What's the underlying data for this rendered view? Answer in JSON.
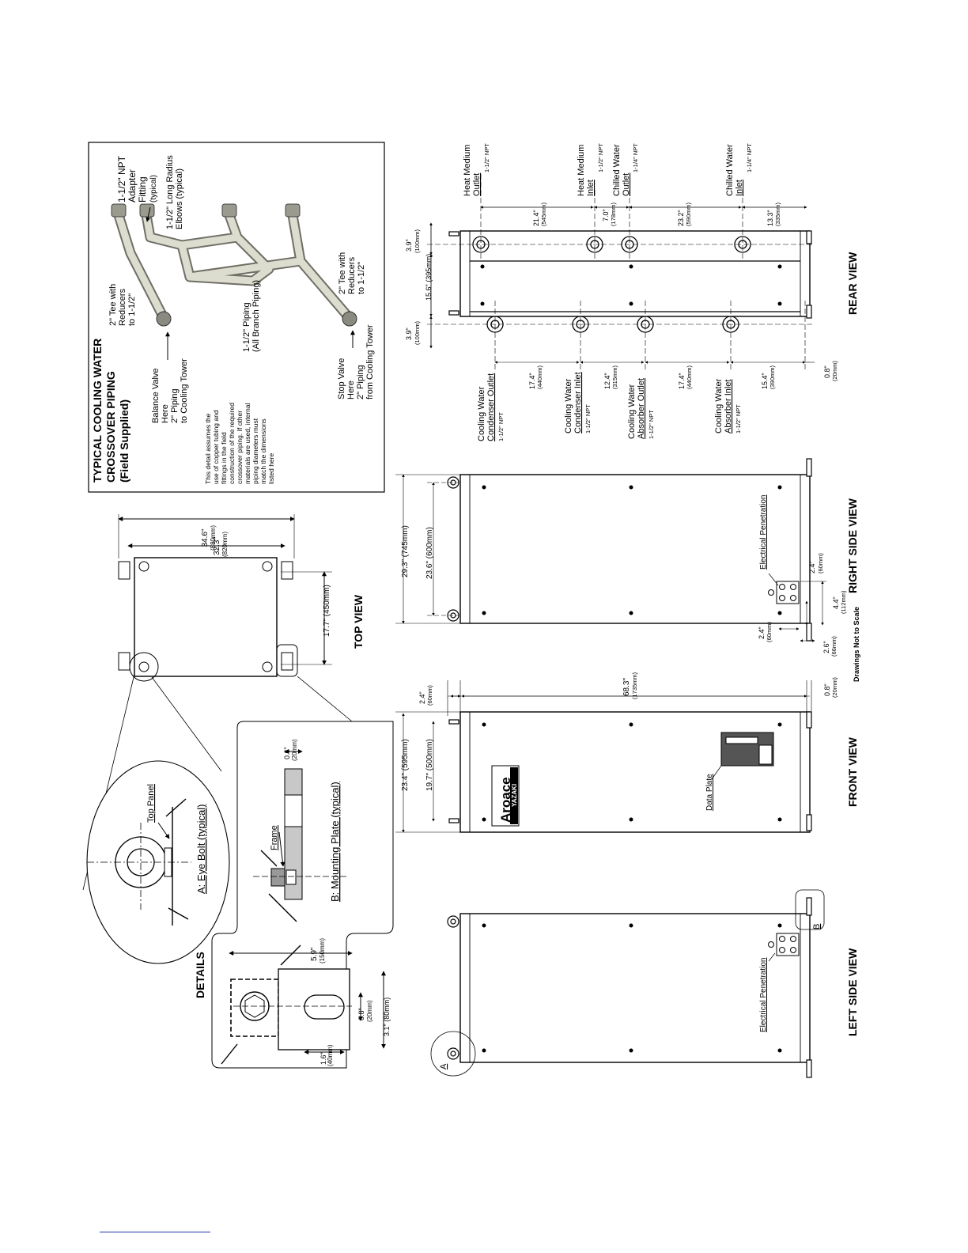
{
  "views": {
    "top": "TOP VIEW",
    "front": "FRONT VIEW",
    "rear": "REAR VIEW",
    "left_side": "LEFT SIDE VIEW",
    "right_side": "RIGHT SIDE VIEW",
    "details": "DETAILS"
  },
  "not_to_scale": "Drawings Not to Scale",
  "piping": {
    "title": [
      "TYPICAL COOLING WATER",
      "CROSSOVER PIPING",
      "(Field Supplied)"
    ],
    "note": [
      "This detail assumes the",
      "use of copper tubing and",
      "fittings in the field",
      "construction of the required",
      "crossover piping. If other",
      "materials are used, internal",
      "piping diameters must",
      "match the dimensions",
      "listed here"
    ],
    "npt_fitting": [
      "1-1/2\" NPT",
      "Adapter",
      "Fitting",
      "(typical)"
    ],
    "elbows": [
      "1-1/2\" Long Radius",
      "Elbows (typical)"
    ],
    "tee_top": [
      "2\" Tee with",
      "Reducers",
      "to 1-1/2\""
    ],
    "tee_bottom": [
      "2\" Tee with",
      "Reducers",
      "to 1-1/2\""
    ],
    "balance_valve": [
      "Balance Valve",
      "Here",
      "2\" Piping",
      "to Cooling Tower"
    ],
    "branch_piping": [
      "1-1/2\" Piping",
      "(All Branch Piping)"
    ],
    "stop_valve": [
      "Stop Valve",
      "Here",
      "2\" Piping",
      "from Cooling Tower"
    ]
  },
  "top_view_dims": {
    "width_outer": "34.6\"",
    "width_outer_mm": "(880mm)",
    "width_inner": "32.3\"",
    "width_inner_mm": "(820mm)",
    "depth": "17.7\" (450mm)"
  },
  "details": {
    "eye_bolt": "A:  Eye Bolt (typical)",
    "top_panel": "Top Panel",
    "frame": "Frame",
    "mounting_plate": "B:  Mounting Plate (typical)",
    "dim_06": "0.6\"",
    "dim_06_mm": "(20mm)",
    "dim_59": "5.9\"",
    "dim_59_mm": "(150mm)",
    "dim_08": "0.8\"",
    "dim_08_mm": "(20mm)",
    "dim_16": "1.6\"",
    "dim_16_mm": "(40mm)",
    "dim_31": "3.1\" (80mm)"
  },
  "front_view": {
    "logo_main": "Aroace",
    "logo_sub": "YAZAKI",
    "data_plate": "Data Plate",
    "d_234": "23.4\" (595mm)",
    "d_197": "19.7\" (500mm)",
    "d_24": "2.4\"",
    "d_24_mm": "(60mm)",
    "d_683": "68.3\"",
    "d_683_mm": "(1735mm)",
    "d_08": "0.8\"",
    "d_08_mm": "(20mm)"
  },
  "right_side": {
    "electrical": "Electrical Penetration",
    "d_293": "29.3\" (745mm)",
    "d_236": "23.6\" (600mm)",
    "d_24a": "2.4\"",
    "d_24a_mm": "(60mm)",
    "d_24b": "2.4\"",
    "d_24b_mm": "(60mm)",
    "d_44": "4.4\"",
    "d_44_mm": "(112mm)",
    "d_26": "2.6\"",
    "d_26_mm": "(66mm)"
  },
  "left_side": {
    "electrical": "Electrical Penetration",
    "marker_a": "A",
    "marker_b": "B"
  },
  "rear_view": {
    "d_39a": "3.9\"",
    "d_39a_mm": "(100mm)",
    "d_156": "15.6\" (395mm)",
    "d_39b": "3.9\"",
    "d_39b_mm": "(100mm)",
    "top_dims": [
      {
        "v": "21.4\"",
        "mm": "(545mm)"
      },
      {
        "v": "7.0\"",
        "mm": "(178mm)"
      },
      {
        "v": "23.2\"",
        "mm": "(590mm)"
      },
      {
        "v": "13.3\"",
        "mm": "(335mm)"
      }
    ],
    "bottom_dims": [
      {
        "v": "17.4\"",
        "mm": "(440mm)"
      },
      {
        "v": "12.4\"",
        "mm": "(315mm)"
      },
      {
        "v": "17.4\"",
        "mm": "(440mm)"
      },
      {
        "v": "15.4\"",
        "mm": "(390mm)"
      },
      {
        "v": "0.8\"",
        "mm": "(20mm)"
      }
    ],
    "top_labels": [
      {
        "l1": "Heat Medium",
        "l2": "Outlet",
        "npt": "1-1/2\" NPT"
      },
      {
        "l1": "Heat Medium",
        "l2": "Inlet",
        "npt": "1-1/2\" NPT"
      },
      {
        "l1": "Chilled Water",
        "l2": "Outlet",
        "npt": "1-1/4\" NPT"
      },
      {
        "l1": "Chilled Water",
        "l2": "Inlet",
        "npt": "1-1/4\" NPT"
      }
    ],
    "bottom_labels": [
      {
        "l1": "Cooling Water",
        "l2": "Condenser Outlet",
        "npt": "1-1/2\" NPT"
      },
      {
        "l1": "Cooling Water",
        "l2": "Condenser Inlet",
        "npt": "1-1/2\" NPT"
      },
      {
        "l1": "Cooling Water",
        "l2": "Absorber Outlet",
        "npt": "1-1/2\" NPT"
      },
      {
        "l1": "Cooling Water",
        "l2": "Absorber Inlet",
        "npt": "1-1/2\" NPT"
      }
    ]
  }
}
